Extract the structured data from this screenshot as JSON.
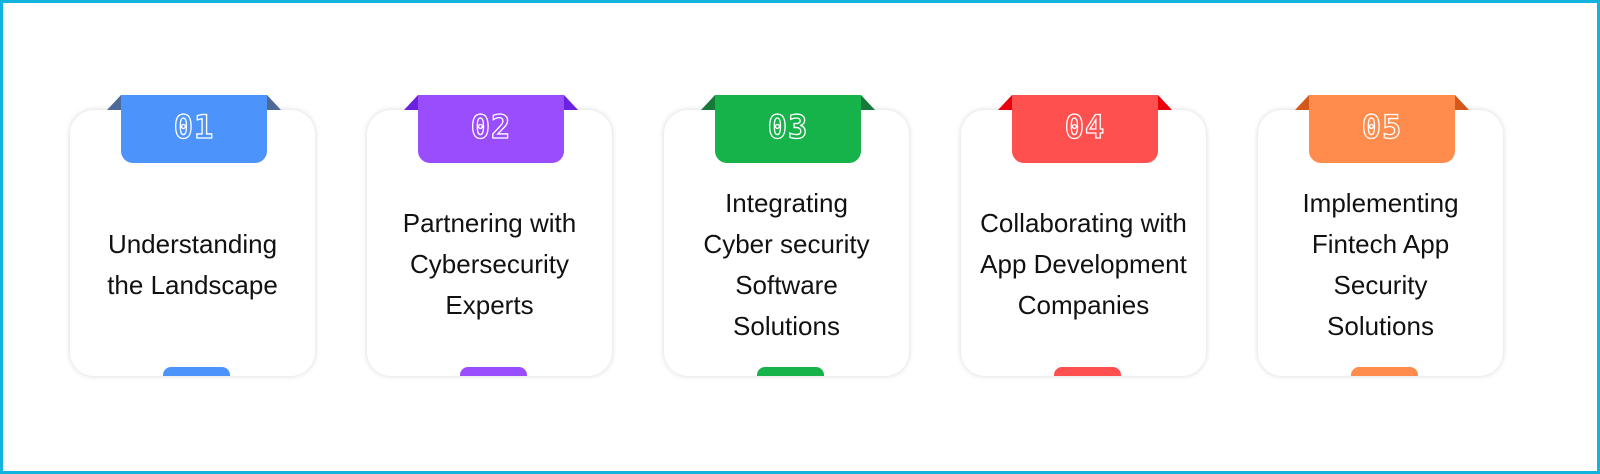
{
  "steps": [
    {
      "number": "01",
      "title": "Understanding the Landscape",
      "color": "#4c94fb",
      "fold": "#4d6a96"
    },
    {
      "number": "02",
      "title": "Partnering with Cybersecurity Experts",
      "color": "#9a4dfc",
      "fold": "#6b22e0"
    },
    {
      "number": "03",
      "title": "Integrating Cyber security Software Solutions",
      "color": "#16b24a",
      "fold": "#17783a"
    },
    {
      "number": "04",
      "title": "Collaborating with App Development Companies",
      "color": "#ff5050",
      "fold": "#e8000c"
    },
    {
      "number": "05",
      "title": "Implementing Fintech App Security Solutions",
      "color": "#ff8c4c",
      "fold": "#d4581a"
    }
  ]
}
